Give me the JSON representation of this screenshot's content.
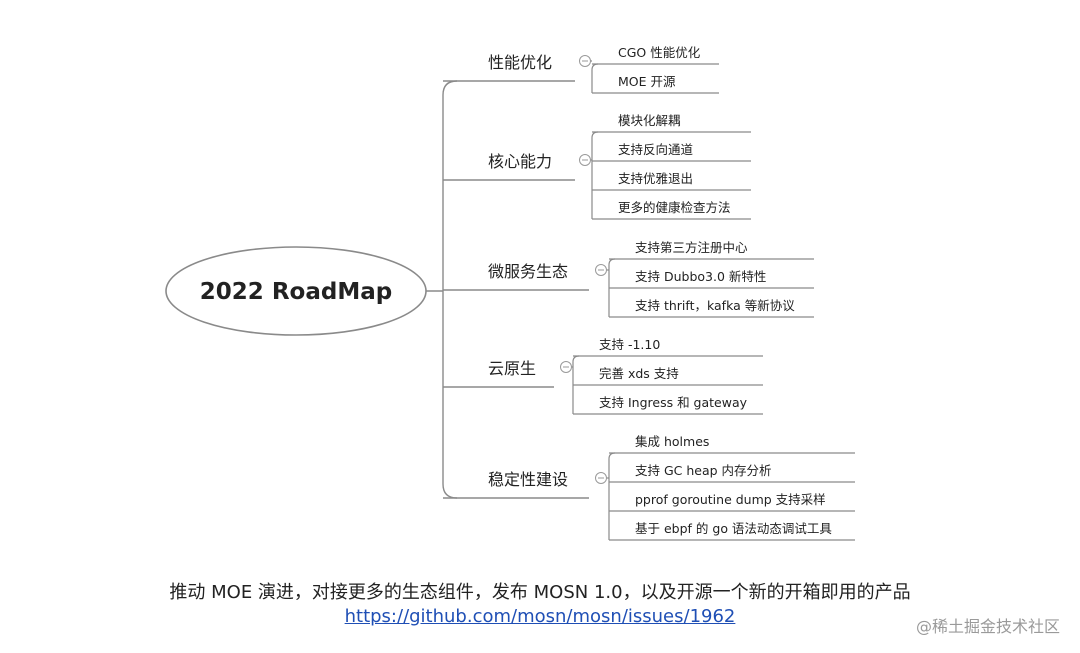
{
  "root": {
    "label": "2022 RoadMap"
  },
  "branches": [
    {
      "label": "性能优化",
      "items": [
        "CGO 性能优化",
        "MOE 开源"
      ]
    },
    {
      "label": "核心能力",
      "items": [
        "模块化解耦",
        "支持反向通道",
        "支持优雅退出",
        "更多的健康检查方法"
      ]
    },
    {
      "label": "微服务生态",
      "items": [
        "支持第三方注册中心",
        "支持 Dubbo3.0 新特性",
        "支持 thrift，kafka 等新协议"
      ]
    },
    {
      "label": "云原生",
      "items": [
        "支持 -1.10",
        "完善 xds 支持",
        "支持 Ingress 和 gateway"
      ]
    },
    {
      "label": "稳定性建设",
      "items": [
        "集成 holmes",
        "支持 GC heap 内存分析",
        "pprof goroutine dump 支持采样",
        "基于 ebpf 的 go 语法动态调试工具"
      ]
    }
  ],
  "caption": {
    "text": "推动 MOE 演进，对接更多的生态组件，发布 MOSN 1.0，以及开源一个新的开箱即用的产品",
    "link": "https://github.com/mosn/mosn/issues/1962"
  },
  "watermark": "@稀土掘金技术社区",
  "colors": {
    "line": "#8a8a8a",
    "text": "#222222",
    "link": "#1f4fb5"
  },
  "icons": {
    "collapse": "minus-circle-icon"
  }
}
